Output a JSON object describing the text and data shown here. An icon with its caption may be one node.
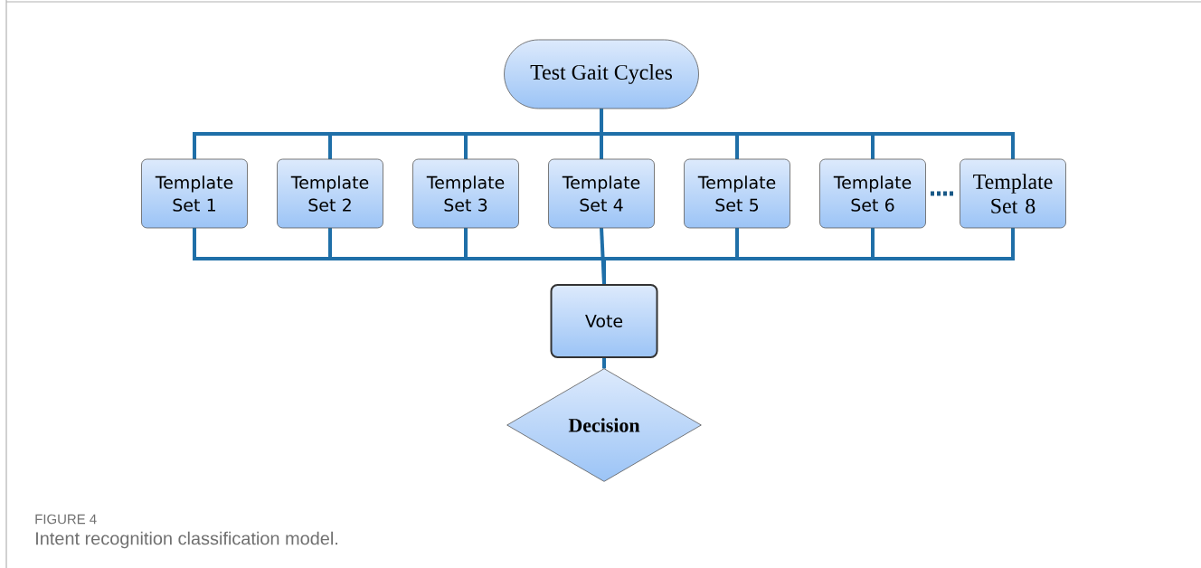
{
  "diagram": {
    "caption": "Intent recognition classification model.",
    "nodes": [
      {
        "text": [
          "Test Gait Cycles"
        ]
      },
      {
        "text": [
          "Template Set 1"
        ]
      },
      {
        "text": [
          "Template Set 2"
        ]
      },
      {
        "text": [
          "Template Set 3"
        ]
      },
      {
        "text": [
          "Template Set 4"
        ]
      },
      {
        "text": [
          "Template Set 5"
        ]
      },
      {
        "text": [
          "Template Set 6"
        ]
      },
      {
        "text": [
          "Template Set 8"
        ]
      },
      {
        "text": [
          "Vote"
        ]
      },
      {
        "text": [
          "Decision"
        ]
      }
    ],
    "edges": [
      {
        "from": 0,
        "to": 1,
        "arrow": "none"
      },
      {
        "from": 0,
        "to": 2,
        "arrow": "none"
      },
      {
        "from": 0,
        "to": 3,
        "arrow": "none"
      },
      {
        "from": 0,
        "to": 4,
        "arrow": "none"
      },
      {
        "from": 0,
        "to": 5,
        "arrow": "none"
      },
      {
        "from": 0,
        "to": 6,
        "arrow": "none"
      },
      {
        "from": 0,
        "to": 7,
        "arrow": "none"
      },
      {
        "from": 1,
        "to": 8,
        "arrow": "none"
      },
      {
        "from": 2,
        "to": 8,
        "arrow": "none"
      },
      {
        "from": 3,
        "to": 8,
        "arrow": "none"
      },
      {
        "from": 4,
        "to": 8,
        "arrow": "none"
      },
      {
        "from": 5,
        "to": 8,
        "arrow": "none"
      },
      {
        "from": 6,
        "to": 8,
        "arrow": "none"
      },
      {
        "from": 7,
        "to": 8,
        "arrow": "none"
      },
      {
        "from": 8,
        "to": 9,
        "arrow": "none"
      }
    ],
    "labels": [
      "FIGURE 4"
    ]
  }
}
